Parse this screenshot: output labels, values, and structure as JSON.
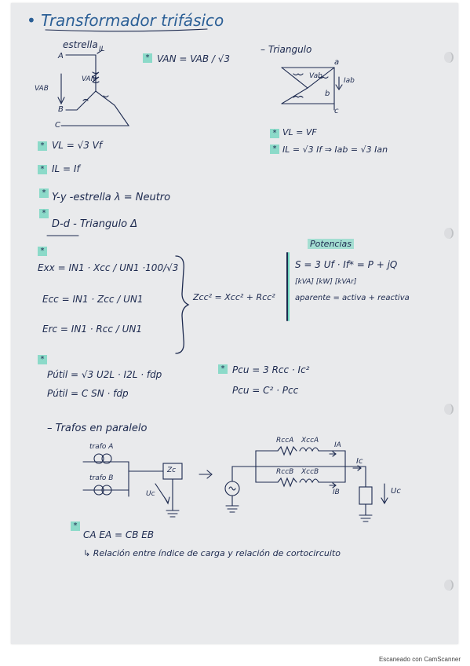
{
  "title": "Transformador trifásico",
  "estrella": {
    "heading": "estrella",
    "label_a": "A",
    "label_b": "B",
    "label_c": "C",
    "v_ab": "VAB",
    "v_an": "VAN",
    "i_l": "IL",
    "eq_vl": "VL = √3 Vf",
    "eq_il": "IL = If",
    "eq_van": "VAN = VAB / √3"
  },
  "triangulo": {
    "heading": "Triangulo",
    "label_a": "a",
    "label_b": "b",
    "label_c": "c",
    "v_ab": "Vab",
    "i_ab": "Iab",
    "eq_vl": "VL = VF",
    "eq_il": "IL = √3 If  ⇒  Iab = √3 Ian"
  },
  "connections": {
    "yy": "Y-y  -estrella  λ = Neutro",
    "dd": "D-d  - Triangulo  Δ"
  },
  "impedances": {
    "exx": "Exx = IN1 · Xcc / UN1 ·100/√3",
    "ecc": "Ecc = IN1 · Zcc / UN1",
    "erc": "Erc = IN1 · Rcc / UN1",
    "zcc": "Zcc² = Xcc² + Rcc²"
  },
  "potencias": {
    "heading": "Potencias",
    "eq_s": "S = 3 Uf · If* = P + jQ",
    "units": "[kVA]   [kW]   [kVAr]",
    "aparente": "aparente = activa + reactiva"
  },
  "power": {
    "putil_1": "Pútil = √3 U2L · I2L · fdp",
    "putil_2": "Pútil = C SN · fdp",
    "pcu_1": "Pcu = 3 Rcc · Ic²",
    "pcu_2": "Pcu = C² · Pcc"
  },
  "paralelo": {
    "heading": "Trafos en paralelo",
    "trafo_a": "trafo A",
    "trafo_b": "trafo B",
    "zc": "Zc",
    "uc": "Uc",
    "rcc_a": "RccA",
    "xcc_a": "XccA",
    "rcc_b": "RccB",
    "xcc_b": "XccB",
    "i_a": "IA",
    "i_b": "IB",
    "i_c": "Ic",
    "u_c": "Uc"
  },
  "relacion": {
    "eq": "CA EA = CB EB",
    "note": "↳ Relación entre índice de carga y relación de cortocircuito"
  },
  "footer": "Escaneado con CamScanner",
  "colors": {
    "ink": "#1d2a4f",
    "title": "#2b5f96",
    "highlight": "#6cd4be",
    "paper": "#e9eaec"
  }
}
